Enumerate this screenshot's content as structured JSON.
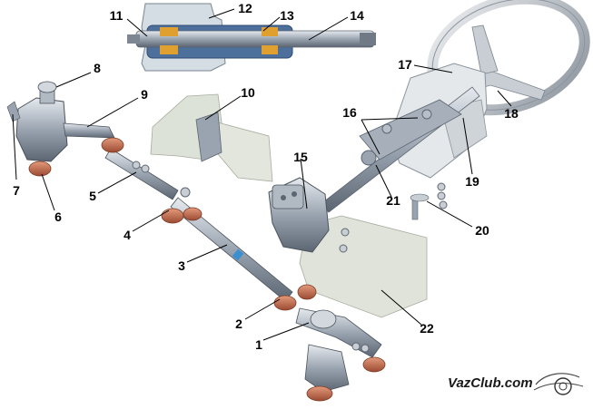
{
  "callouts": [
    {
      "id": "1",
      "label": "1"
    },
    {
      "id": "2",
      "label": "2"
    },
    {
      "id": "3",
      "label": "3"
    },
    {
      "id": "4",
      "label": "4"
    },
    {
      "id": "5",
      "label": "5"
    },
    {
      "id": "6",
      "label": "6"
    },
    {
      "id": "7",
      "label": "7"
    },
    {
      "id": "8",
      "label": "8"
    },
    {
      "id": "9",
      "label": "9"
    },
    {
      "id": "10",
      "label": "10"
    },
    {
      "id": "11",
      "label": "11"
    },
    {
      "id": "12",
      "label": "12"
    },
    {
      "id": "13",
      "label": "13"
    },
    {
      "id": "14",
      "label": "14"
    },
    {
      "id": "15",
      "label": "15"
    },
    {
      "id": "16",
      "label": "16"
    },
    {
      "id": "17",
      "label": "17"
    },
    {
      "id": "18",
      "label": "18"
    },
    {
      "id": "19",
      "label": "19"
    },
    {
      "id": "20",
      "label": "20"
    },
    {
      "id": "21",
      "label": "21"
    },
    {
      "id": "22",
      "label": "22"
    }
  ],
  "watermark": {
    "text": "VazClub.com"
  },
  "colors": {
    "metal": "#9aa4b0",
    "metal_dark": "#5c6672",
    "rubber": "#c86a4a",
    "bracket": "#d9ddd2",
    "shaft_blue": "#2f5f9e",
    "accent_orange": "#e0a030"
  }
}
